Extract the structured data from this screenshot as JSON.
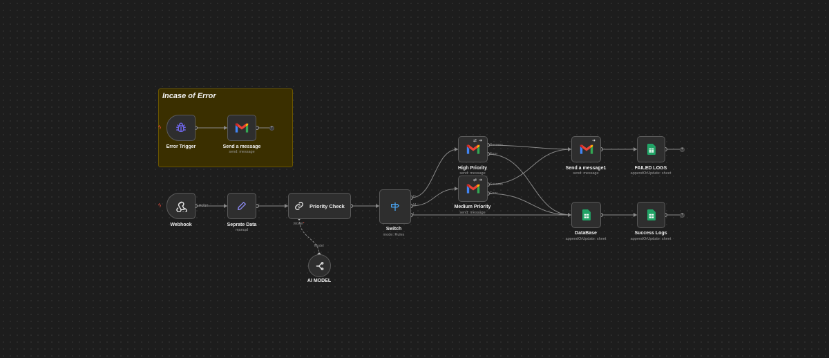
{
  "canvas": {
    "sticky_note": {
      "title": "Incase of Error"
    }
  },
  "nodes": {
    "error_trigger": {
      "label": "Error Trigger"
    },
    "send_message_error": {
      "label": "Send a message",
      "sub": "send: message"
    },
    "webhook": {
      "label": "Webhook",
      "output_label": "POST"
    },
    "separate_data": {
      "label": "Seprate Data",
      "sub": "manual"
    },
    "priority_check": {
      "label": "Priority Check",
      "connector_label": "Model",
      "required_mark": "*"
    },
    "ai_model": {
      "label": "AI MODEL",
      "connector_label": "Model"
    },
    "switch": {
      "label": "Switch",
      "sub": "mode: Rules",
      "outputs": [
        "H",
        "M",
        "L"
      ]
    },
    "high_priority": {
      "label": "High Priority",
      "sub": "send: message",
      "outputs": [
        "Success",
        "Error"
      ]
    },
    "medium_priority": {
      "label": "Medium Priority",
      "sub": "send: message",
      "outputs": [
        "Success",
        "Error"
      ]
    },
    "send_message1": {
      "label": "Send a message1",
      "sub": "send: message"
    },
    "failed_logs": {
      "label": "FAILED LOGS",
      "sub": "appendOrUpdate: sheet"
    },
    "database": {
      "label": "DataBase",
      "sub": "appendOrUpdate: sheet"
    },
    "success_logs": {
      "label": "Success Logs",
      "sub": "appendOrUpdate: sheet"
    }
  },
  "colors": {
    "canvas_bg": "#1d1d1d",
    "node_bg": "#2e2e2e",
    "node_border": "#5a5a5a",
    "wire": "#8a8a8a",
    "sticky_bg": "#3a2f00",
    "trigger_bolt": "#e24a3b",
    "webhook_icon": "#e0e0e0",
    "pencil_icon": "#8e8cf5",
    "switch_icon": "#4aa3f0",
    "sheets_green": "#21a366",
    "error_trigger_icon": "#6f66e8"
  },
  "icons": {
    "error_trigger": "bug-icon",
    "gmail": "gmail-icon",
    "webhook": "webhook-icon",
    "separate_data": "pencil-icon",
    "priority_check": "link-icon",
    "switch": "signpost-icon",
    "ai_model": "model-icon",
    "sheets": "google-sheets-icon",
    "trigger_marker": "bolt-icon",
    "add_node": "plus-icon"
  }
}
